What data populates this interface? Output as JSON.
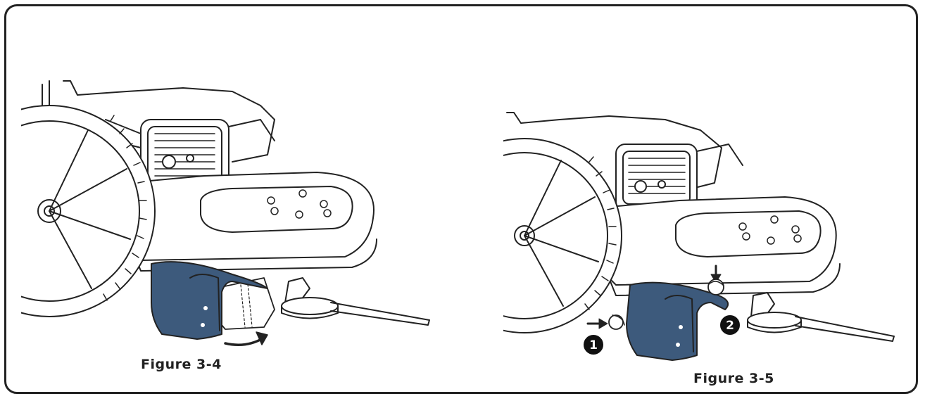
{
  "figures": [
    {
      "caption": "Figure 3-4"
    },
    {
      "caption": "Figure 3-5",
      "step_markers": [
        "1",
        "2"
      ]
    }
  ],
  "colors": {
    "guard": "#3d5a7c",
    "line": "#222222",
    "paper": "#ffffff"
  },
  "icons": [
    "curved-arrow-icon",
    "push-arrow-icon",
    "press-arrow-icon"
  ]
}
